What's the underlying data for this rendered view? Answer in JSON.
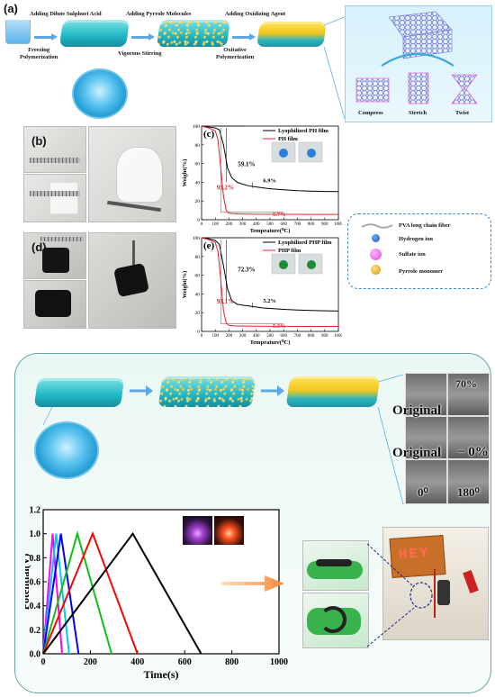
{
  "panel_a": {
    "label": "(a)",
    "steps": {
      "step1": "Adding Dilute Sulphuri Acid",
      "step2": "Adding Pyrrole Molecules",
      "step3": "Adding Oxidizing Agent",
      "freeze": "Freezing\nPolymerization",
      "stir": "Vigorous Stirring",
      "oxidative": "Oxitative\nPolymerization"
    },
    "scheme_labels": [
      "Compress",
      "Stretch",
      "Twist"
    ]
  },
  "panel_b": {
    "label": "(b)"
  },
  "panel_d": {
    "label": "(d)"
  },
  "chart_data": [
    {
      "type": "line",
      "panel": "(c)",
      "xlabel": "Temprature(⁰C)",
      "ylabel": "Weight(%)",
      "xlim": [
        0,
        1000
      ],
      "ylim": [
        0,
        100
      ],
      "xticks": [
        0,
        100,
        200,
        300,
        400,
        500,
        600,
        700,
        800,
        900,
        1000
      ],
      "yticks": [
        0,
        20,
        40,
        60,
        80,
        100
      ],
      "series": [
        {
          "name": "Lyophilized PH film",
          "color": "#000000",
          "x": [
            0,
            50,
            100,
            130,
            160,
            190,
            220,
            260,
            300,
            350,
            400,
            450,
            500,
            600,
            700,
            800,
            900,
            1000
          ],
          "y": [
            100,
            99,
            98,
            96,
            80,
            55,
            45,
            40,
            38,
            36,
            35,
            34,
            33,
            32,
            31,
            30.5,
            30.2,
            30
          ]
        },
        {
          "name": "PH film",
          "color": "#e8202a",
          "x": [
            0,
            50,
            100,
            120,
            140,
            160,
            180,
            200,
            250,
            300,
            400,
            500,
            600,
            700,
            800,
            900,
            1000
          ],
          "y": [
            100,
            98,
            95,
            85,
            55,
            25,
            10,
            7,
            6.2,
            6,
            5.9,
            5.8,
            5.75,
            5.72,
            5.7,
            5.7,
            5.7
          ]
        }
      ],
      "annotations": [
        "59.1%",
        "6.9%",
        "93.2%",
        "5.7%"
      ]
    },
    {
      "type": "line",
      "panel": "(e)",
      "xlabel": "Temprature(⁰C)",
      "ylabel": "Weight(%)",
      "xlim": [
        0,
        1000
      ],
      "ylim": [
        0,
        100
      ],
      "xticks": [
        0,
        100,
        200,
        300,
        400,
        500,
        600,
        700,
        800,
        900,
        1000
      ],
      "yticks": [
        0,
        20,
        40,
        60,
        80,
        100
      ],
      "series": [
        {
          "name": "Lyophilized PHP film",
          "color": "#000000",
          "x": [
            0,
            50,
            100,
            130,
            160,
            190,
            220,
            260,
            300,
            350,
            400,
            450,
            500,
            600,
            700,
            800,
            900,
            1000
          ],
          "y": [
            100,
            99,
            97,
            93,
            70,
            45,
            33,
            29,
            28,
            27,
            26,
            25,
            24.5,
            23.5,
            22.8,
            22.3,
            22,
            21.8
          ]
        },
        {
          "name": "PHP film",
          "color": "#e8202a",
          "x": [
            0,
            50,
            100,
            120,
            140,
            160,
            180,
            200,
            250,
            300,
            400,
            500,
            600,
            700,
            800,
            900,
            1000
          ],
          "y": [
            100,
            98,
            95,
            85,
            55,
            22,
            9,
            6.5,
            5.8,
            5.6,
            5.5,
            5.4,
            5.35,
            5.32,
            5.3,
            5.3,
            5.3
          ]
        }
      ],
      "annotations": [
        "72.3%",
        "5.2%",
        "93.1%",
        "5.3%"
      ]
    },
    {
      "type": "line",
      "panel": "graphical-abstract",
      "xlabel": "Time(s)",
      "ylabel": "Potential(V)",
      "xlim": [
        0,
        1000
      ],
      "ylim": [
        0,
        1.2
      ],
      "xticks": [
        0,
        200,
        400,
        600,
        800,
        1000
      ],
      "yticks": [
        0.0,
        0.2,
        0.4,
        0.6,
        0.8,
        1.0,
        1.2
      ],
      "series": [
        {
          "color": "#ff00ff",
          "x": [
            0,
            40,
            80
          ],
          "y": [
            0,
            1.0,
            0
          ]
        },
        {
          "color": "#00c8ff",
          "x": [
            0,
            55,
            110
          ],
          "y": [
            0,
            1.0,
            0
          ]
        },
        {
          "color": "#0000ff",
          "x": [
            0,
            75,
            150
          ],
          "y": [
            0,
            1.0,
            0
          ]
        },
        {
          "color": "#10c010",
          "x": [
            0,
            145,
            290
          ],
          "y": [
            0,
            1.0,
            0
          ]
        },
        {
          "color": "#ff0000",
          "x": [
            0,
            210,
            400
          ],
          "y": [
            0,
            1.0,
            0
          ]
        },
        {
          "color": "#000000",
          "x": [
            0,
            380,
            670
          ],
          "y": [
            0,
            1.0,
            0
          ]
        }
      ]
    }
  ],
  "tga_c": {
    "label": "(c)",
    "legend": [
      "Lyophilized PH film",
      "PH film"
    ],
    "ann": {
      "a1": "59.1%",
      "a2": "6.9%",
      "a3": "93.2%",
      "a4": "5.7%"
    },
    "xlabel": "Temprature(⁰C)",
    "ylabel": "Weight(%)"
  },
  "tga_e": {
    "label": "(e)",
    "legend": [
      "Lyophilized PHP film",
      "PHP film"
    ],
    "ann": {
      "a1": "72.3%",
      "a2": "5.2%",
      "a3": "93.1%",
      "a4": "5.3%"
    },
    "xlabel": "Temprature(⁰C)",
    "ylabel": "Weight(%)"
  },
  "legend_box": {
    "items": [
      "PVA long chain fiber",
      "Hydrogen ion",
      "Sulfate ion",
      "Pyrrole monomer"
    ],
    "colors": {
      "hydrogen": "#1e5fb3",
      "sulfate": "#e14fe0",
      "pyrrole": "#d99b10"
    }
  },
  "mech_labels": [
    "Original",
    "70%",
    "Original",
    "− 0%",
    "0⁰",
    "180⁰"
  ],
  "gcd": {
    "xlabel": "Time(s)",
    "ylabel": "Potential(V)"
  },
  "led_text": "HEY"
}
